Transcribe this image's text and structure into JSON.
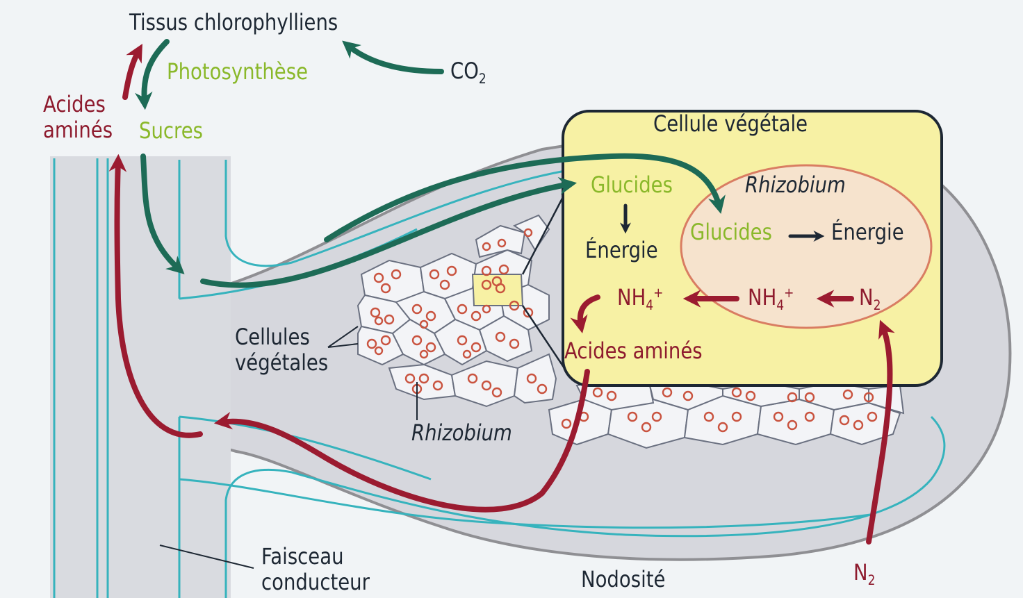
{
  "colors": {
    "green_arrow": "#1d6b56",
    "red_arrow": "#9b1b30",
    "green_text": "#8ab82a",
    "red_text": "#8e1b2e",
    "cell_fill": "#f7f1a4",
    "bacterium_fill": "#f6e3cd",
    "bacterium_border": "#d97d62",
    "vessel_line": "#36b3bd",
    "nodule_fill": "#d6d7dd"
  },
  "labels": {
    "tissus": "Tissus chlorophylliens",
    "photosynthese": "Photosynthèse",
    "co2": "CO",
    "co2_sub": "2",
    "acides_amines_top_1": "Acides",
    "acides_amines_top_2": "aminés",
    "sucres": "Sucres",
    "cellule_vegetale": "Cellule végétale",
    "glucides_plant": "Glucides",
    "energie_plant": "Énergie",
    "rhizobium_inner": "Rhizobium",
    "glucides_rhizo": "Glucides",
    "energie_rhizo": "Énergie",
    "nh4_plant": "NH",
    "nh4_plant_sub": "4",
    "nh4_plant_sup": "+",
    "nh4_rhizo": "NH",
    "nh4_rhizo_sub": "4",
    "nh4_rhizo_sup": "+",
    "n2_inner": "N",
    "n2_inner_sub": "2",
    "acides_amines_cell": "Acides aminés",
    "cellules_vegetales_1": "Cellules",
    "cellules_vegetales_2": "végétales",
    "rhizobium_outer": "Rhizobium",
    "faisceau_1": "Faisceau",
    "faisceau_2": "conducteur",
    "nodosite": "Nodosité",
    "n2_bottom": "N",
    "n2_bottom_sub": "2"
  }
}
